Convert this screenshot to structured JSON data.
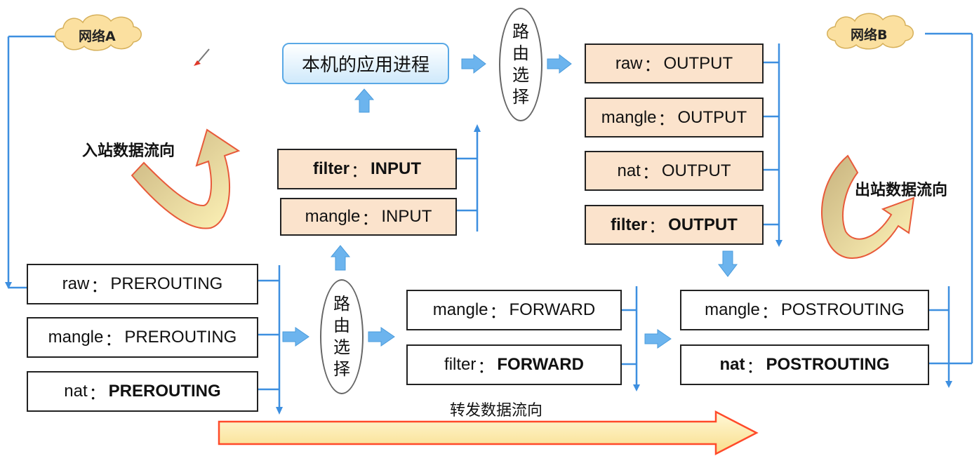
{
  "networks": {
    "a": "网络A",
    "b": "网络B"
  },
  "app_process": "本机的应用进程",
  "route_select": [
    "路",
    "由",
    "选",
    "择"
  ],
  "separator": "：",
  "prerouting": [
    {
      "table": "raw",
      "chain": "PREROUTING"
    },
    {
      "table": "mangle",
      "chain": "PREROUTING"
    },
    {
      "table": "nat",
      "chain": "PREROUTING"
    }
  ],
  "input": [
    {
      "table": "filter",
      "chain": "INPUT"
    },
    {
      "table": "mangle",
      "chain": "INPUT"
    }
  ],
  "output": [
    {
      "table": "raw",
      "chain": "OUTPUT"
    },
    {
      "table": "mangle",
      "chain": "OUTPUT"
    },
    {
      "table": "nat",
      "chain": "OUTPUT"
    },
    {
      "table": "filter",
      "chain": "OUTPUT"
    }
  ],
  "forward": [
    {
      "table": "mangle",
      "chain": "FORWARD"
    },
    {
      "table": "filter",
      "chain": "FORWARD"
    }
  ],
  "postrouting": [
    {
      "table": "mangle",
      "chain": "POSTROUTING"
    },
    {
      "table": "nat",
      "chain": "POSTROUTING"
    }
  ],
  "flows": {
    "inbound": "入站数据流向",
    "outbound": "出站数据流向",
    "forward": "转发数据流向"
  },
  "colors": {
    "line": "#3d8fe0",
    "block_arrow": "#6cb4ee",
    "box_fill": "#fbe3cc",
    "cloud": "#fbe0a0",
    "app_border": "#5aa9e6"
  },
  "icons": [
    "cloud-icon",
    "pen-icon",
    "curved-arrow-icon",
    "block-arrow-icon"
  ]
}
